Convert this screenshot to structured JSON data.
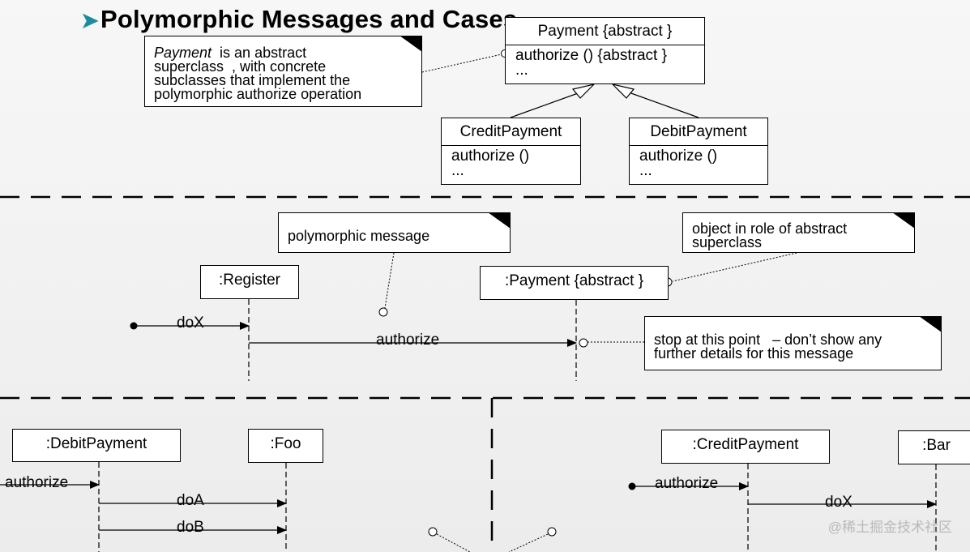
{
  "title": "Polymorphic Messages and Cases",
  "class_diagram": {
    "payment": {
      "name": "Payment  {abstract }",
      "op1": "authorize () {abstract }",
      "op2": "..."
    },
    "credit": {
      "name": "CreditPayment",
      "op1": "authorize ()",
      "op2": "..."
    },
    "debit": {
      "name": "DebitPayment",
      "op1": "authorize ()",
      "op2": "..."
    },
    "note": {
      "line1_italic": "Payment",
      "line1_rest": "  is an abstract",
      "line2": "superclass  , with concrete",
      "line3": "subclasses that implement the",
      "line4": "polymorphic authorize operation"
    }
  },
  "sequence_main": {
    "register": ":Register",
    "payment": ":Payment  {abstract }",
    "msg_dox": "doX",
    "msg_authorize": "authorize",
    "note_poly": "polymorphic message",
    "note_role_1": "object in role of abstract",
    "note_role_2": "superclass",
    "note_stop_1": "stop at this point   – don’t show any",
    "note_stop_2": "further details for this message"
  },
  "sequence_left": {
    "debit": ":DebitPayment",
    "foo": ":Foo",
    "msg_authorize": "authorize",
    "msg_doa": "doA",
    "msg_dob": "doB"
  },
  "sequence_right": {
    "credit": ":CreditPayment",
    "bar": ":Bar",
    "msg_authorize": "authorize",
    "msg_dox": "doX"
  },
  "watermark": "@稀土掘金技术社区",
  "colors": {
    "title_arrow": "#1a8c9c",
    "watermark": "#b9b9b9"
  },
  "icons": {
    "title_bullet": "arrow-bullet-icon"
  }
}
